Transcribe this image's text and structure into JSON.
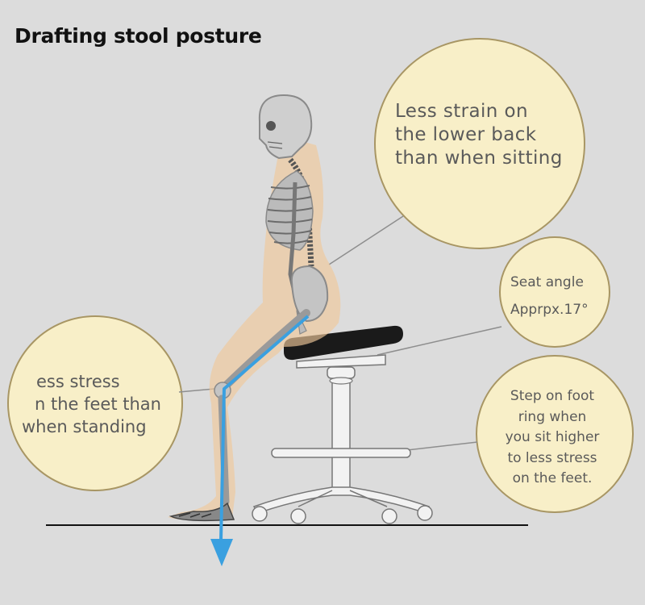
{
  "title": "Drafting stool posture",
  "callouts": {
    "lower_back": [
      "Less strain on",
      "the lower back",
      "than when sitting"
    ],
    "seat_angle": [
      "Seat angle",
      "Apprpx.17°"
    ],
    "foot_ring": [
      "Step on foot",
      "ring when",
      "you sit higher",
      "to less stress",
      "on the feet."
    ],
    "feet": [
      "ess stress",
      "n the feet than",
      "when standing"
    ]
  },
  "colors": {
    "background": "#dcdcdc",
    "bubble_fill": "#f8efc8",
    "bubble_stroke": "#a89664",
    "body_silhouette": "#f0c89a",
    "bone": "#9a9a9a",
    "load_arrow": "#3aa0e0",
    "seat": "#1a1a1a",
    "stool_frame": "#f2f2f2"
  }
}
